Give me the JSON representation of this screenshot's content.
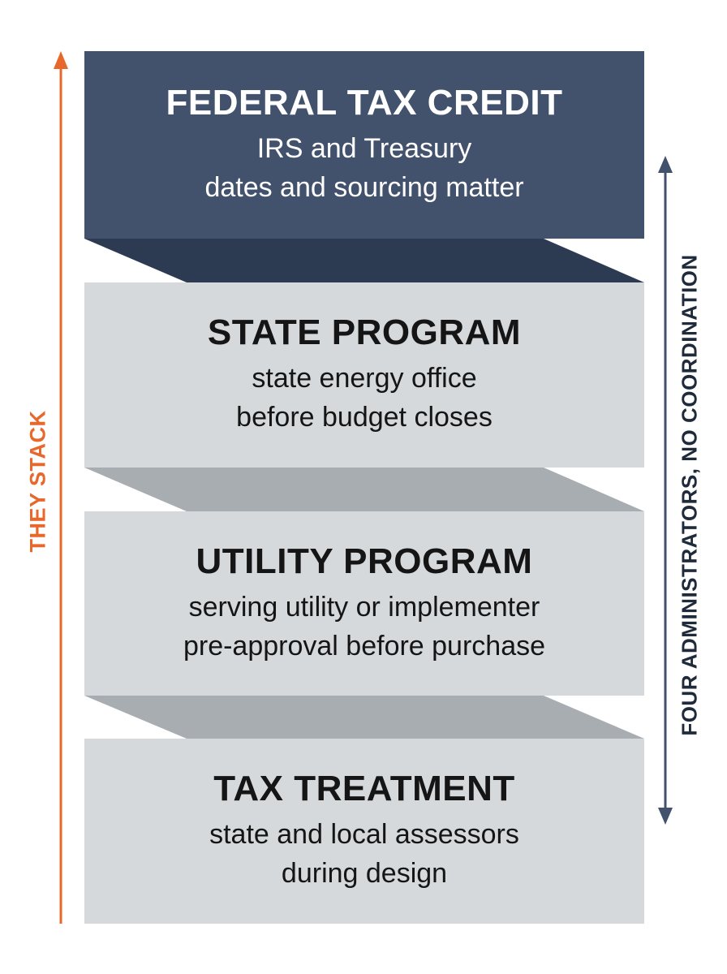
{
  "layers": [
    {
      "title": "FEDERAL TAX CREDIT",
      "line1": "IRS and Treasury",
      "line2": "dates and sourcing matter"
    },
    {
      "title": "STATE PROGRAM",
      "line1": "state energy office",
      "line2": "before budget closes"
    },
    {
      "title": "UTILITY PROGRAM",
      "line1": "serving utility or implementer",
      "line2": "pre-approval before purchase"
    },
    {
      "title": "TAX TREATMENT",
      "line1": "state and local assessors",
      "line2": "during design"
    }
  ],
  "left_axis": {
    "label": "THEY STACK",
    "color": "#e8672a",
    "icon": "up-arrow-icon"
  },
  "right_axis": {
    "label": "FOUR ADMINISTRATORS, NO COORDINATION",
    "color": "#42526d",
    "icon": "double-headed-arrow-icon"
  },
  "colors": {
    "top_layer": "#42526d",
    "top_layer_shadow": "#2c3a52",
    "lower_layers": "#d6d9dc",
    "lower_layer_shadow": "#a8adb1",
    "accent": "#e8672a"
  }
}
